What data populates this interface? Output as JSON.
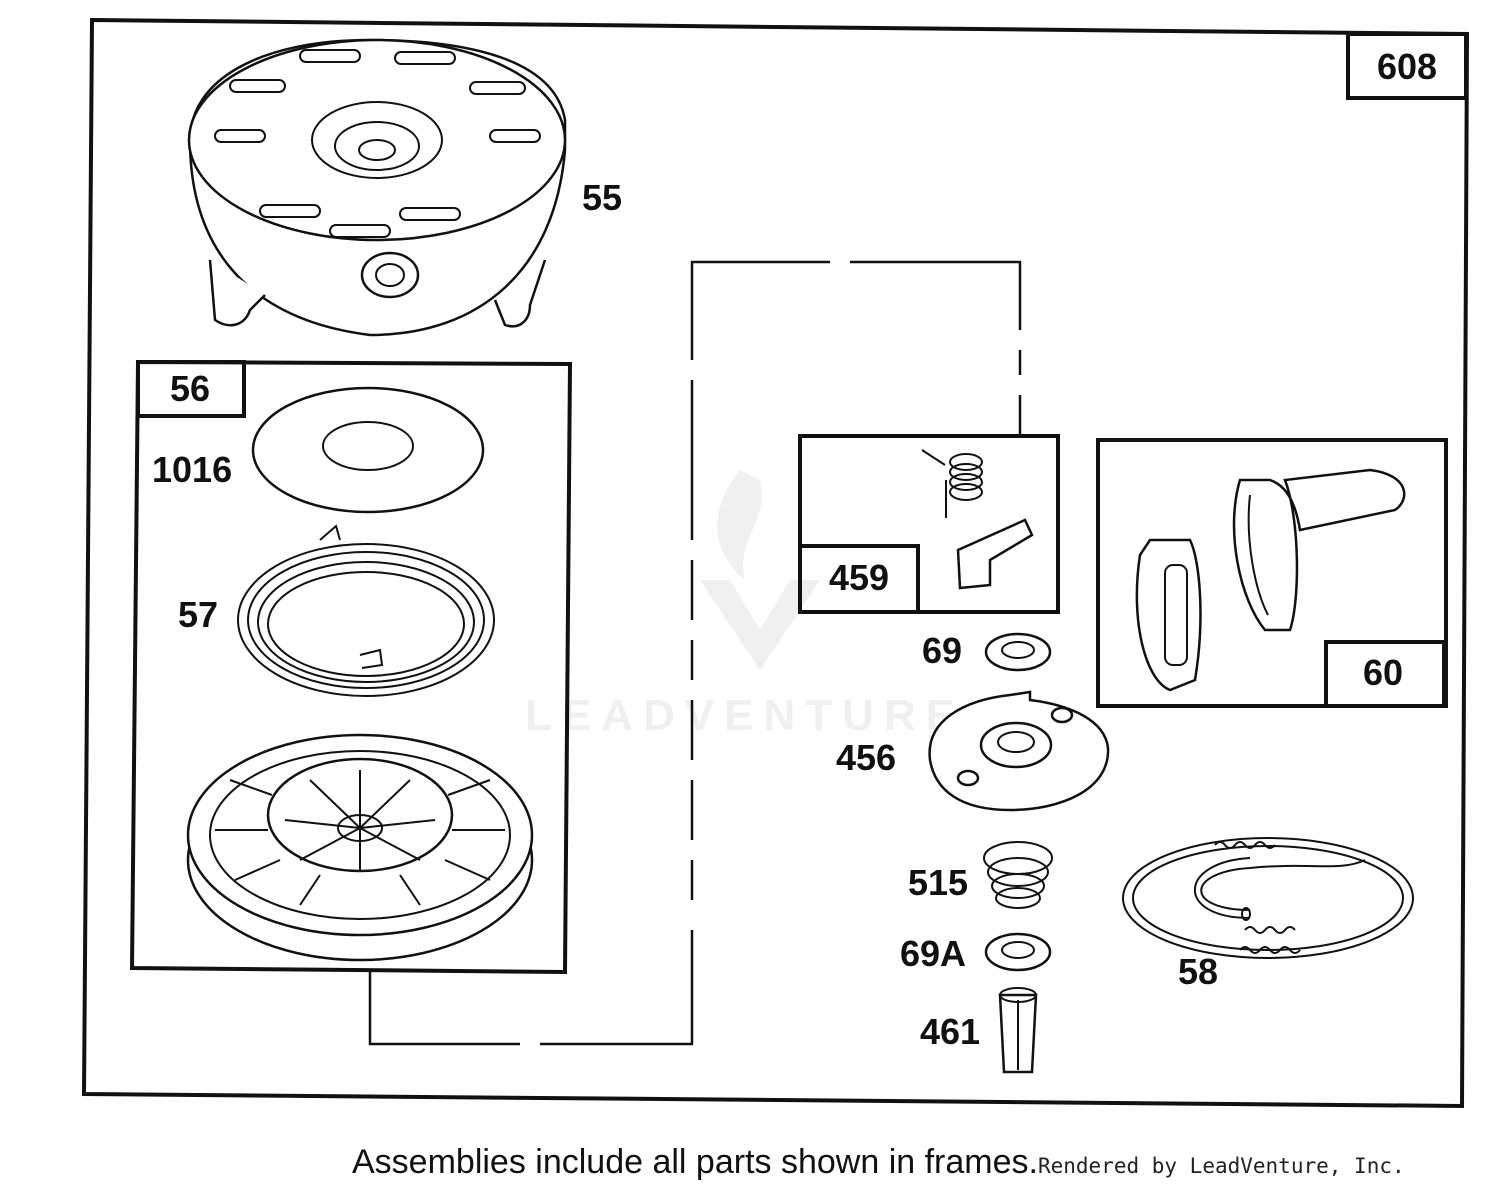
{
  "diagram": {
    "main_frame_label": "608",
    "watermark": "LEADVENTURE",
    "parts": [
      {
        "id": "55"
      },
      {
        "id": "56"
      },
      {
        "id": "1016"
      },
      {
        "id": "57"
      },
      {
        "id": "459"
      },
      {
        "id": "60"
      },
      {
        "id": "69"
      },
      {
        "id": "456"
      },
      {
        "id": "515"
      },
      {
        "id": "69A"
      },
      {
        "id": "461"
      },
      {
        "id": "58"
      }
    ]
  },
  "caption": {
    "text": "Assemblies include all parts shown in frames.",
    "credit": "Rendered by LeadVenture, Inc."
  }
}
